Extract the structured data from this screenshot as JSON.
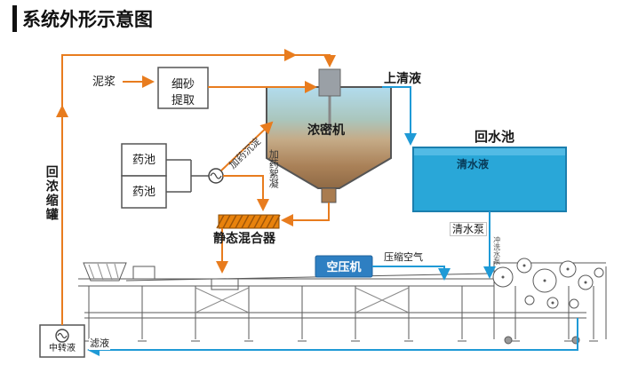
{
  "title": "系统外形示意图",
  "labels": {
    "mud": "泥浆",
    "sand_extraction": "细砂提取",
    "thickener": "浓密机",
    "supernatant": "上清液",
    "return_pool": "回水池",
    "clear_water": "清水液",
    "clear_water_pump": "清水泵",
    "wash_pump": "冲洗水泵",
    "chem_pool_1": "药池",
    "chem_pool_2": "药池",
    "dosing_sedimentation": "加药沉淀",
    "dosing_flocculation": "加药絮凝",
    "static_mixer": "静态混合器",
    "air_compressor": "空压机",
    "compressed_air": "压缩空气",
    "return_concentration_tank": "回浓缩罐",
    "transfer_tank": "中转液",
    "filtrate": "滤液"
  },
  "colors": {
    "slurry_line": "#e87c1e",
    "water_line": "#1f9ad6",
    "pool_fill": "#29a7d8",
    "compressor_fill": "#2e7fc2",
    "mixer_fill": "#e8820c"
  }
}
